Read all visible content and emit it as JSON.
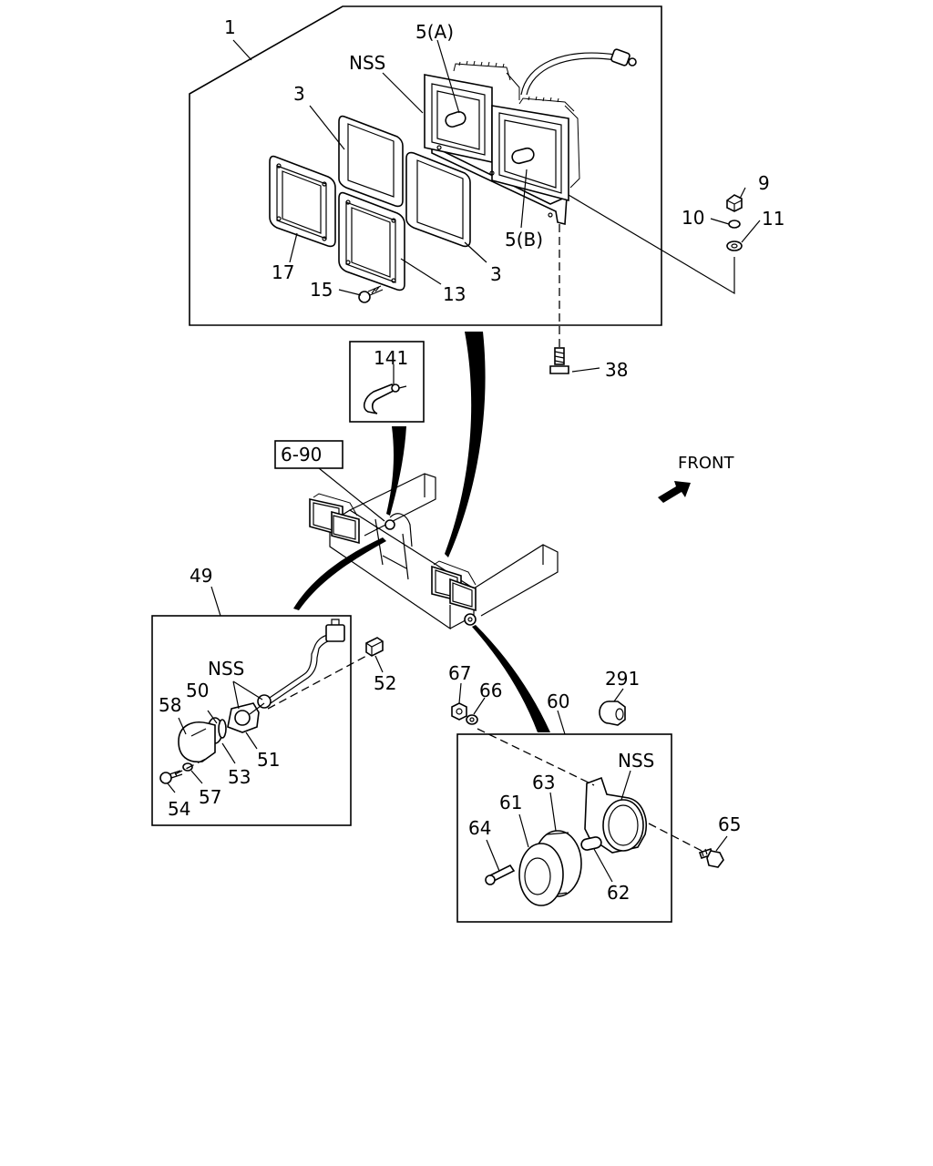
{
  "diagram": {
    "labels": {
      "p1": "1",
      "p5a": "5(A)",
      "nss_top": "NSS",
      "p3a": "3",
      "p3b": "3",
      "p5b": "5(B)",
      "p9": "9",
      "p10": "10",
      "p11": "11",
      "p17": "17",
      "p13": "13",
      "p15": "15",
      "p38": "38",
      "p141": "141",
      "ref_690": "6-90",
      "front": "FRONT",
      "p49": "49",
      "nss_left": "NSS",
      "p50": "50",
      "p58": "58",
      "p52": "52",
      "p51": "51",
      "p53": "53",
      "p57": "57",
      "p54": "54",
      "p67": "67",
      "p66": "66",
      "p291": "291",
      "p60": "60",
      "nss_right": "NSS",
      "p63": "63",
      "p61": "61",
      "p64": "64",
      "p62": "62",
      "p65": "65"
    }
  }
}
